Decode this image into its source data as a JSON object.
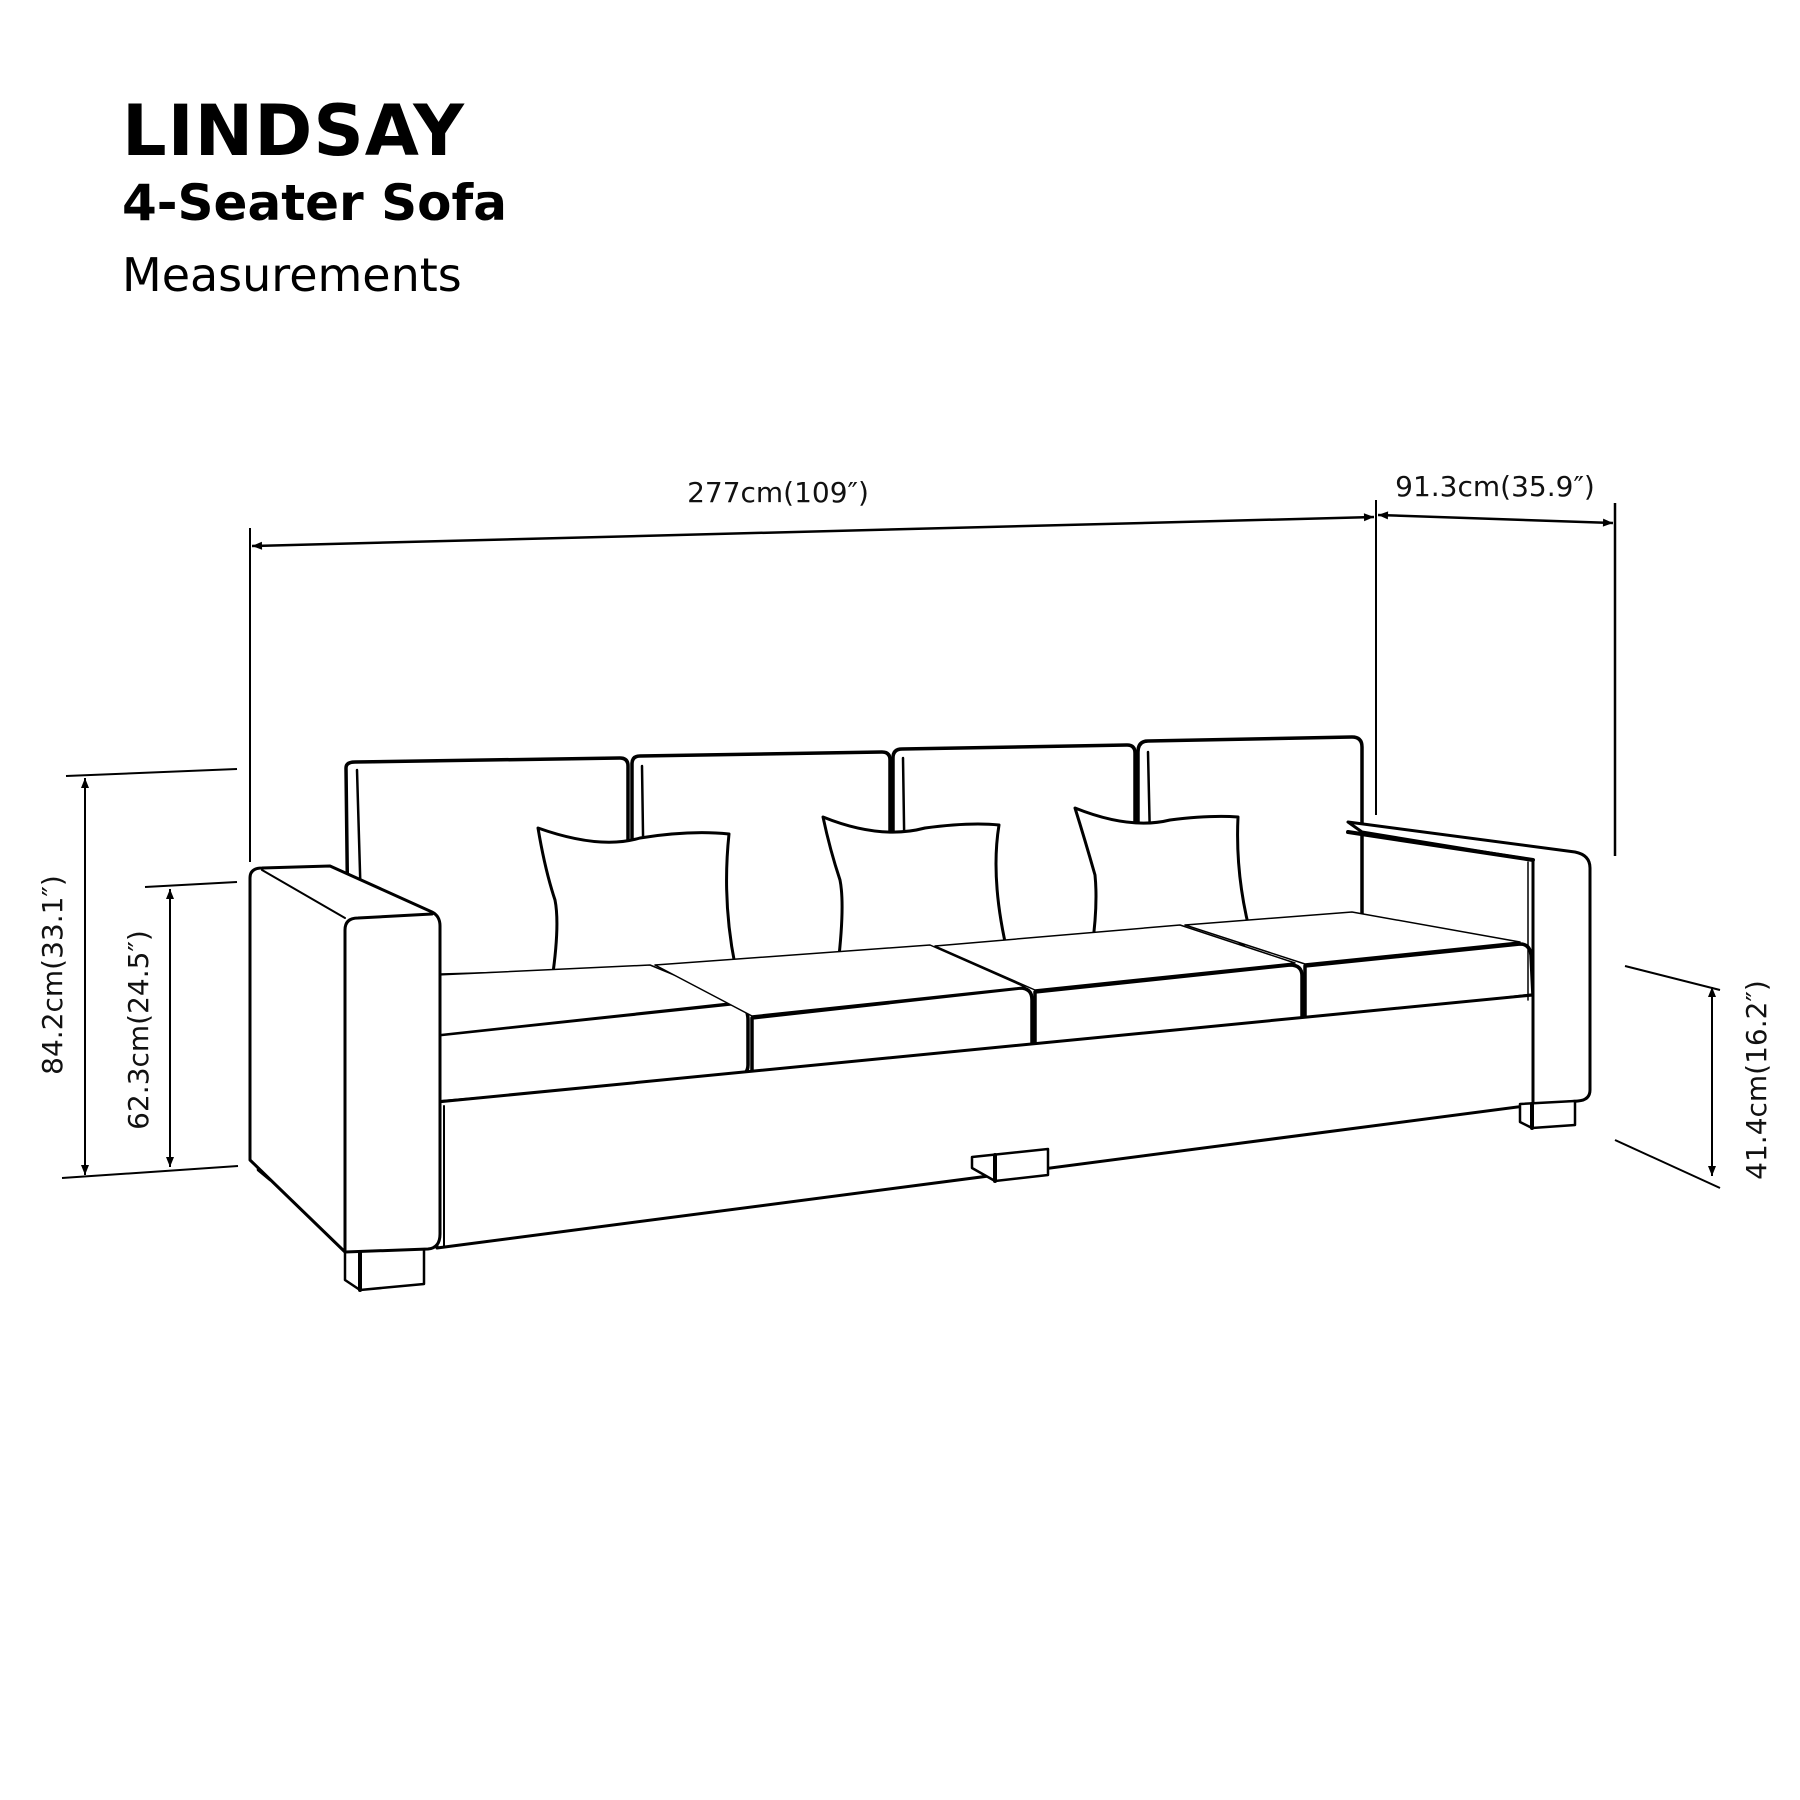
{
  "header": {
    "product_name": "LINDSAY",
    "product_type": "4-Seater Sofa",
    "caption": "Measurements"
  },
  "dimensions": {
    "width": "277cm(109″)",
    "depth": "91.3cm(35.9″)",
    "overall_height": "84.2cm(33.1″)",
    "arm_height": "62.3cm(24.5″)",
    "seat_height": "41.4cm(16.2″)"
  },
  "drawing": {
    "subject": "sofa-line-drawing",
    "seat_cushions": 4,
    "back_cushions": 4,
    "throw_pillows": 3,
    "legs_visible": 3,
    "line_color": "#000000",
    "background": "#ffffff"
  }
}
